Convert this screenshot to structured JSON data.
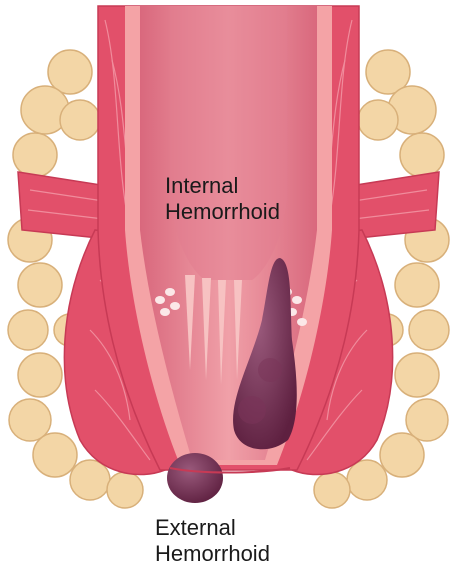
{
  "labels": {
    "internal": [
      "Internal",
      "Hemorrhoid"
    ],
    "external": [
      "External",
      "Hemorrhoid"
    ]
  },
  "colors": {
    "fat": "#f3d6a6",
    "fat_outline": "#d8b07a",
    "muscle": "#e2506a",
    "muscle_dark": "#c73a55",
    "canal_wall": "#f4a3a6",
    "canal_inner": "#e3798a",
    "canal_light": "#f7c2c2",
    "hemorrhoid": "#6a2848",
    "hemorrhoid_light": "#8c4a6c",
    "text": "#1a1a1a"
  }
}
